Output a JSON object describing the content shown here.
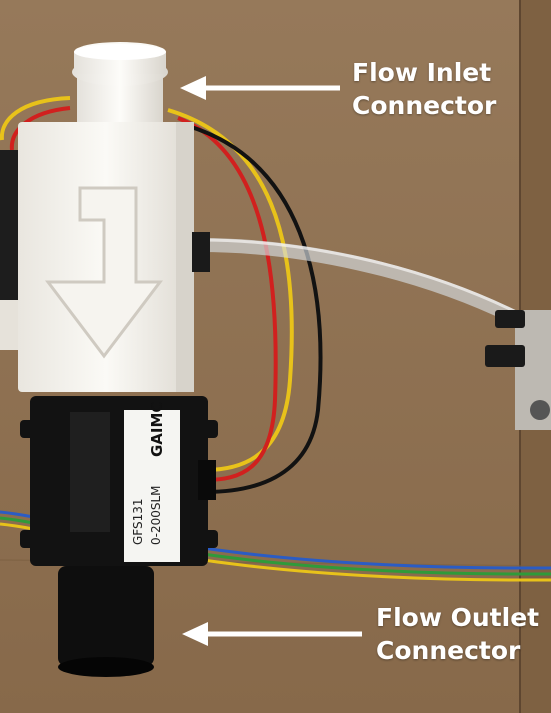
{
  "annotations": {
    "inlet": {
      "line1": "Flow Inlet",
      "line2": "Connector"
    },
    "outlet": {
      "line1": "Flow Outlet",
      "line2": "Connector"
    }
  },
  "sensor_label": {
    "brand": "GAIMC",
    "model": "GFS131",
    "range": "0-200SLM"
  },
  "colors": {
    "cardboard": "#8f7452",
    "sensor_body": "#f5f3ee",
    "connector": "#101010",
    "annotation_text": "#ffffff"
  }
}
